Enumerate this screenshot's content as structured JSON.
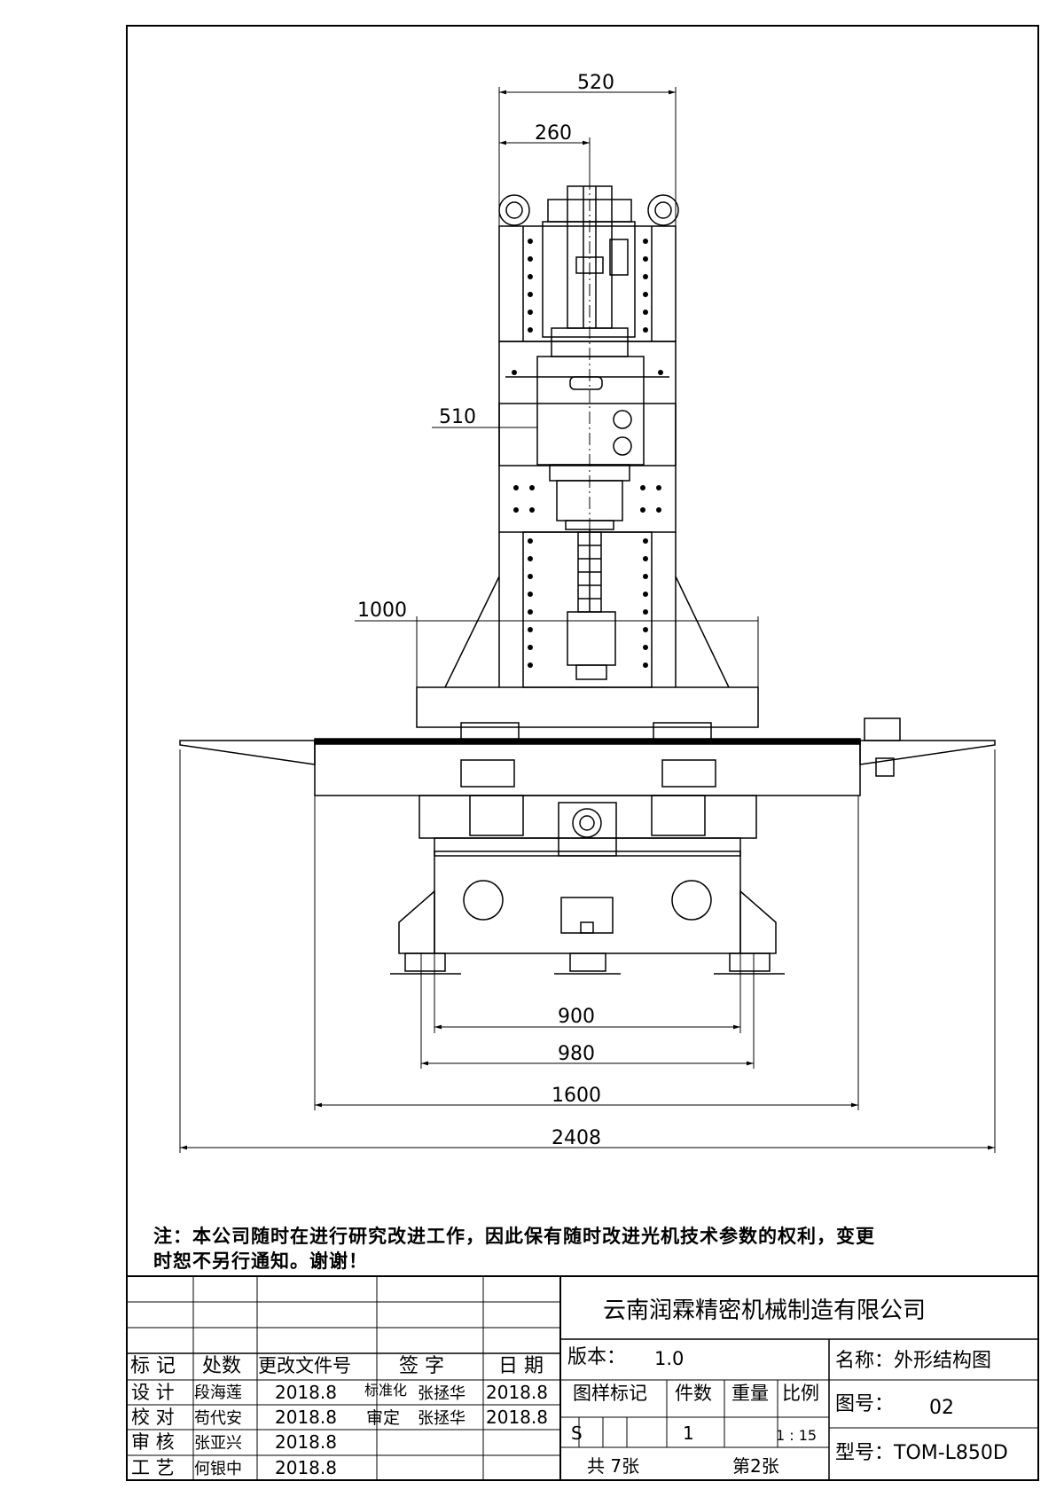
{
  "dimensions": {
    "d520": "520",
    "d260": "260",
    "d510": "510",
    "d1000": "1000",
    "d900": "900",
    "d980": "980",
    "d1600": "1600",
    "d2408": "2408"
  },
  "note": {
    "line1": "注：本公司随时在进行研究改进工作，因此保有随时改进光机技术参数的权利，变更",
    "line2": "时恕不另行通知。谢谢！"
  },
  "title_block": {
    "company": "云南润霖精密机械制造有限公司",
    "headers": {
      "mark": "标 记",
      "location": "处数",
      "change_doc": "更改文件号",
      "signature": "签 字",
      "date": "日 期"
    },
    "rows": [
      {
        "role": "设 计",
        "name": "段海莲",
        "date": "2018.8"
      },
      {
        "role": "校 对",
        "name": "苟代安",
        "date": "2018.8"
      },
      {
        "role": "审 核",
        "name": "张亚兴",
        "date": "2018.8"
      },
      {
        "role": "工 艺",
        "name": "何银中",
        "date": "2018.8"
      }
    ],
    "standardization": {
      "label": "标准化",
      "name": "张拯华",
      "date": "2018.8"
    },
    "approval": {
      "label": "审定",
      "name": "张拯华",
      "date": "2018.8"
    },
    "version_label": "版本：",
    "version_value": "1.0",
    "col_mark": "图样标记",
    "col_qty": "件数",
    "col_weight": "重量",
    "col_scale": "比例",
    "val_mark": "S",
    "val_qty": "1",
    "val_scale": "1 : 15",
    "total_sheets": "共 7张",
    "sheet_no": "第2张",
    "name_label": "名称：外形结构图",
    "drawing_no_label": "图号：",
    "drawing_no_value": "02",
    "model_label": "型号：TOM-L850D"
  }
}
